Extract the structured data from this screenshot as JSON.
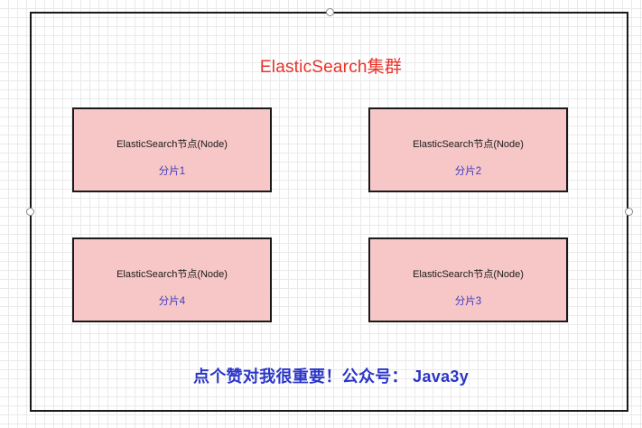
{
  "diagram": {
    "cluster": {
      "title": "ElasticSearch集群",
      "title_color": "#e8332a",
      "border_color": "#1a1a1a"
    },
    "nodes": [
      {
        "label": "ElasticSearch节点(Node)",
        "shard": "分片1",
        "fill": "#f7c6c6",
        "shard_color": "#3d3dc4"
      },
      {
        "label": "ElasticSearch节点(Node)",
        "shard": "分片2",
        "fill": "#f7c6c6",
        "shard_color": "#3d3dc4"
      },
      {
        "label": "ElasticSearch节点(Node)",
        "shard": "分片4",
        "fill": "#f7c6c6",
        "shard_color": "#3d3dc4"
      },
      {
        "label": "ElasticSearch节点(Node)",
        "shard": "分片3",
        "fill": "#f7c6c6",
        "shard_color": "#3d3dc4"
      }
    ],
    "footer": {
      "text": "点个赞对我很重要！公众号： Java3y",
      "color": "#2b36c9"
    }
  }
}
